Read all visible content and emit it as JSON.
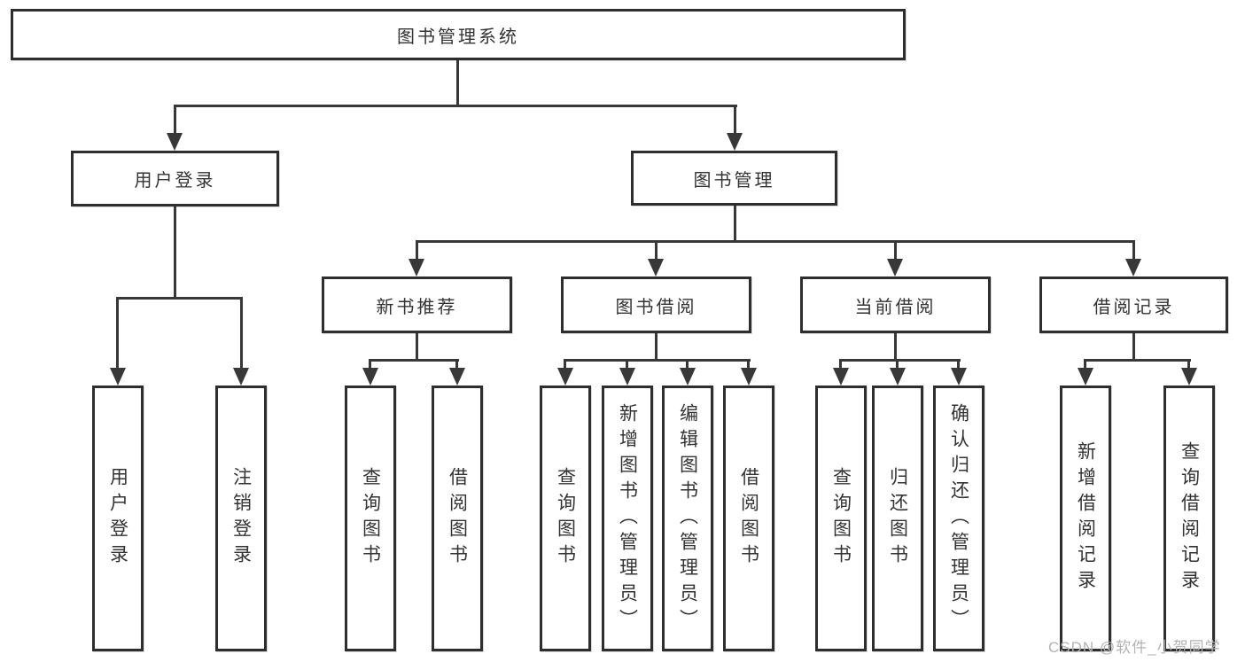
{
  "diagram_title": "图书管理系统",
  "nodes": {
    "root": "图书管理系统",
    "user_login": "用户登录",
    "book_management": "图书管理",
    "new_book_recommend": "新书推荐",
    "book_borrow": "图书借阅",
    "current_borrow": "当前借阅",
    "borrow_records": "借阅记录",
    "leaf_user_login": "用户登录",
    "leaf_logout": "注销登录",
    "leaf_query_book_1": "查询图书",
    "leaf_borrow_book_1": "借阅图书",
    "leaf_query_book_2": "查询图书",
    "leaf_add_book_admin": "新增图书（管理员）",
    "leaf_edit_book_admin": "编辑图书（管理员）",
    "leaf_borrow_book_2": "借阅图书",
    "leaf_query_book_3": "查询图书",
    "leaf_return_book": "归还图书",
    "leaf_confirm_return_admin": "确认归还（管理员）",
    "leaf_add_borrow_record": "新增借阅记录",
    "leaf_query_borrow_record": "查询借阅记录"
  },
  "watermark": "CSDN @软件_小贺同学",
  "colors": {
    "line": "#383838",
    "box_border": "#2e2e2e",
    "text": "#333333",
    "watermark": "#b3b3b3",
    "background": "#ffffff"
  }
}
